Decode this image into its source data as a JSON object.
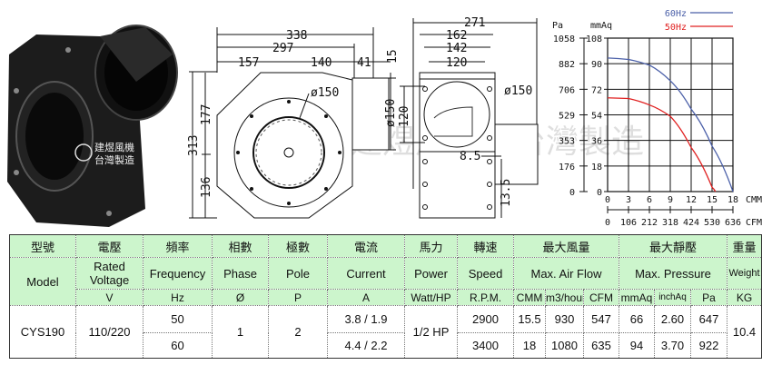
{
  "photo": {
    "logo_line1": "建煜風機",
    "logo_line2": "台灣製造"
  },
  "watermark": "建煜風機・台灣製造",
  "front_view": {
    "dims": {
      "overall_width": "338",
      "housing_width": "297",
      "left_to_center": "157",
      "center_to_edge": "140",
      "outlet_offset": "41",
      "top_offset": "15",
      "overall_height": "313",
      "upper_height": "177",
      "lower_height": "136",
      "inlet_dia": "ø150",
      "outlet_dia": "ø150"
    }
  },
  "side_view": {
    "dims": {
      "overall_depth": "271",
      "flange_outer": "162",
      "hole_pitch_outer": "142",
      "hole_pitch": "120",
      "flange_height": "120",
      "outlet_dia": "ø150",
      "hole_dia": "8.5",
      "foot_offset": "13.5"
    }
  },
  "chart_data": {
    "type": "line",
    "legend": [
      {
        "name": "60Hz",
        "color": "#4a5fa8"
      },
      {
        "name": "50Hz",
        "color": "#e02020"
      }
    ],
    "legend_placement": "top-right",
    "y_label_left": "Pa",
    "y_label_right": "mmAq",
    "pa_ticks": [
      "1058",
      "882",
      "706",
      "529",
      "353",
      "176",
      "0"
    ],
    "mmaq_ticks": [
      "108",
      "90",
      "72",
      "54",
      "36",
      "18",
      "0"
    ],
    "x_label": "CMM",
    "x2_label": "CFM",
    "cmm_ticks": [
      "0",
      "3",
      "6",
      "9",
      "12",
      "15",
      "18"
    ],
    "cfm_ticks": [
      "0",
      "106",
      "212",
      "318",
      "424",
      "530",
      "636"
    ],
    "xlim": [
      0,
      18
    ],
    "ylim": [
      0,
      108
    ],
    "grid": true,
    "series": [
      {
        "name": "60Hz",
        "x": [
          0,
          3,
          6,
          9,
          12,
          15,
          18
        ],
        "y": [
          94,
          93,
          89,
          78,
          58,
          32,
          0
        ]
      },
      {
        "name": "50Hz",
        "x": [
          0,
          3,
          6,
          9,
          12,
          15,
          15.5
        ],
        "y": [
          66,
          65.5,
          61,
          53,
          31,
          3,
          0
        ]
      }
    ]
  },
  "table": {
    "header_zh": [
      "型號",
      "電壓",
      "頻率",
      "相數",
      "極數",
      "電流",
      "馬力",
      "轉速",
      "最大風量",
      "最大靜壓",
      "重量"
    ],
    "header_en": [
      "Model",
      "Rated Voltage",
      "Frequency",
      "Phase",
      "Pole",
      "Current",
      "Power",
      "Speed",
      "Max. Air Flow",
      "Max. Pressure",
      "Weight"
    ],
    "units": [
      "V",
      "Hz",
      "Ø",
      "P",
      "A",
      "Watt/HP",
      "R.P.M.",
      "CMM",
      "m3/hour",
      "CFM",
      "mmAq",
      "inchAq",
      "Pa",
      "KG"
    ],
    "model": "CYS190",
    "voltage": "110/220",
    "phase": "1",
    "pole": "2",
    "power": "1/2 HP",
    "weight": "10.4",
    "rows": [
      {
        "freq": "50",
        "current": "3.8 / 1.9",
        "speed": "2900",
        "cmm": "15.5",
        "m3h": "930",
        "cfm": "547",
        "mmaq": "66",
        "inchaq": "2.60",
        "pa": "647"
      },
      {
        "freq": "60",
        "current": "4.4 / 2.2",
        "speed": "3400",
        "cmm": "18",
        "m3h": "1080",
        "cfm": "635",
        "mmaq": "94",
        "inchaq": "3.70",
        "pa": "922"
      }
    ]
  }
}
